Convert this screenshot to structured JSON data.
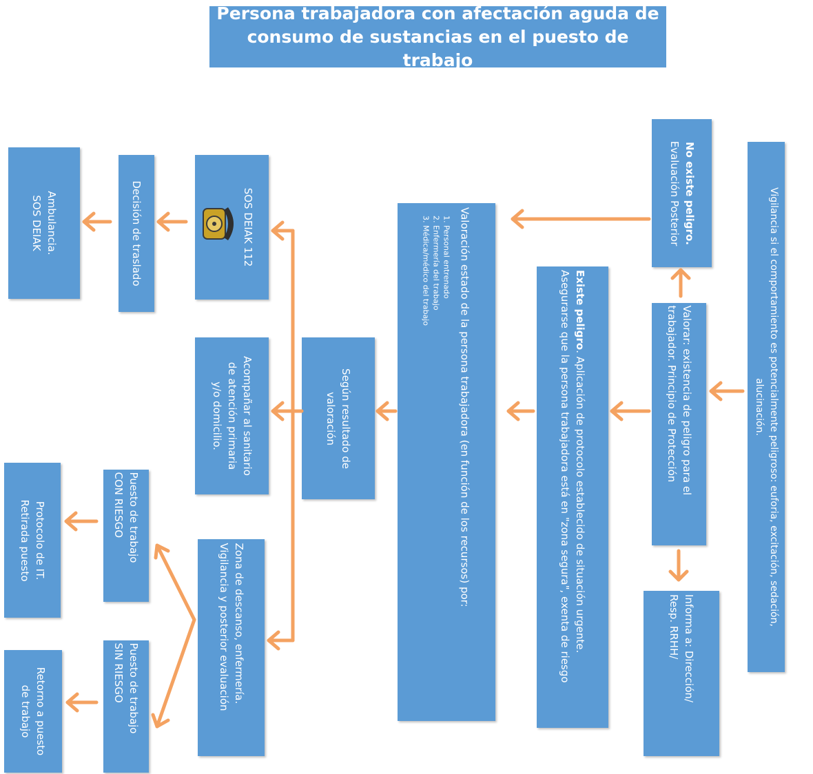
{
  "title": {
    "line1": "Persona trabajadora con afectación aguda de",
    "line2": "consumo de sustancias en el puesto de trabajo"
  },
  "vigilancia": {
    "line1": "Vigilancia si el comportamiento es potencialmente peligroso: euforia, excitación, sedación,",
    "line2": "alucinación."
  },
  "no_peligro": {
    "bold": "No existe peligro.",
    "text": "Evaluación Posterior"
  },
  "valorar": {
    "line1": "Valorar: existencia de peligro para el",
    "line2": "trabajador. Principio de Protección"
  },
  "informa": {
    "line1": "Informa a: Dirección/",
    "line2": "Resp. RRHH/"
  },
  "existe_peligro": {
    "bold": "Existe peligro",
    "line1": ". Aplicación de protocolo establecido de situación  urgente.",
    "line2": "Asegurarse que la persona trabajadora está en \"zona segura\", exenta de riesgo"
  },
  "valoracion": {
    "heading": "Valoración estado de la persona trabajadora (en función de los recursos) por:",
    "items": [
      "1.    Personal entrenado",
      "2.    Enfermería del trabajo",
      "3.    Médica/médico del trabajo"
    ]
  },
  "segun": {
    "line1": "Según resultado de",
    "line2": "valoración"
  },
  "sos": {
    "label": "SOS DEIAK 112"
  },
  "decision": {
    "label": "Decisión de traslado"
  },
  "ambulancia": {
    "line1": "Ambulancia.",
    "line2": "SOS DEIAK"
  },
  "acompanar": {
    "line1": "Acompañar al sanitario",
    "line2": "de atención primaria",
    "line3": "y/o domicilio."
  },
  "zona": {
    "line1": "Zona de descanso, enfermería.",
    "line2": "Vigilancia y posterior evaluación"
  },
  "con_riesgo": {
    "line1": "Puesto de trabajo",
    "line2": "CON RIESGO"
  },
  "sin_riesgo": {
    "line1": "Puesto de trabajo",
    "line2": "SIN RIESGO"
  },
  "protocolo": {
    "line1": "Protocolo de IT.",
    "line2": "Retirada puesto"
  },
  "retorno": {
    "line1": "Retorno a puesto",
    "line2": "de trabajo"
  },
  "colors": {
    "box": "#5b9bd5",
    "arrow": "#f4a261",
    "text": "#ffffff"
  },
  "icons": [
    "telephone-icon"
  ]
}
